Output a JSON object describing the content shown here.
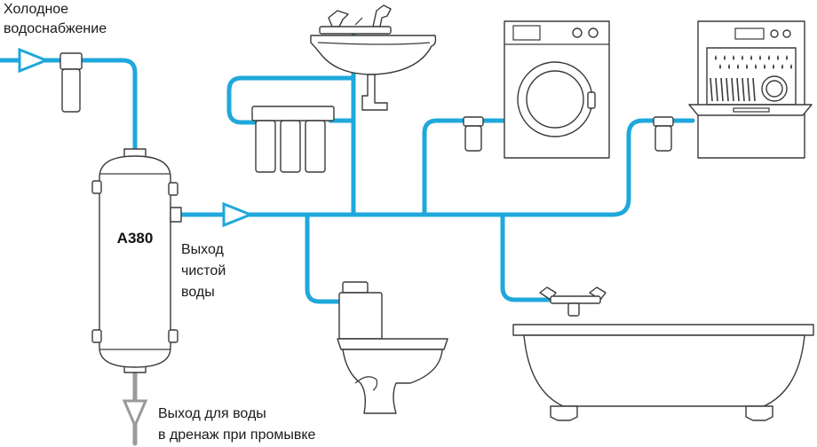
{
  "labels": {
    "cold_supply_line1": "Холодное",
    "cold_supply_line2": "водоснабжение",
    "filter_model": "A380",
    "clean_out_line1": "Выход",
    "clean_out_line2": "чистой",
    "clean_out_line3": "воды",
    "drain_line1": "Выход для воды",
    "drain_line2": "в дренаж при промывке"
  },
  "colors": {
    "pipe": "#1fa8db",
    "drain_pipe": "#9a9a9a",
    "outline": "#3a3a3a"
  }
}
